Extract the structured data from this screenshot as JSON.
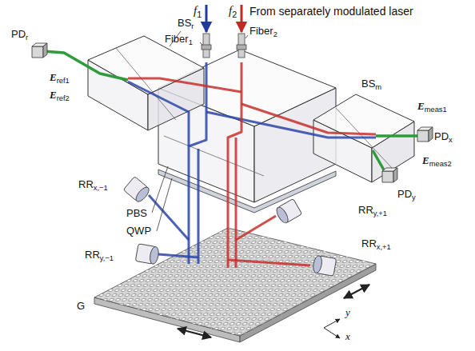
{
  "diagram": {
    "labels": [
      "From separately modulated laser",
      "f1",
      "f2",
      "Fiber1",
      "Fiber2",
      "PDr",
      "BSr",
      "Eref1",
      "Eref2",
      "BSm",
      "Emeas1",
      "PDx",
      "Emeas2",
      "PDy",
      "PBS",
      "QWP",
      "RRx,−1",
      "RRy,+1",
      "RRy,−1",
      "RRx,+1",
      "G",
      "y",
      "x"
    ]
  }
}
